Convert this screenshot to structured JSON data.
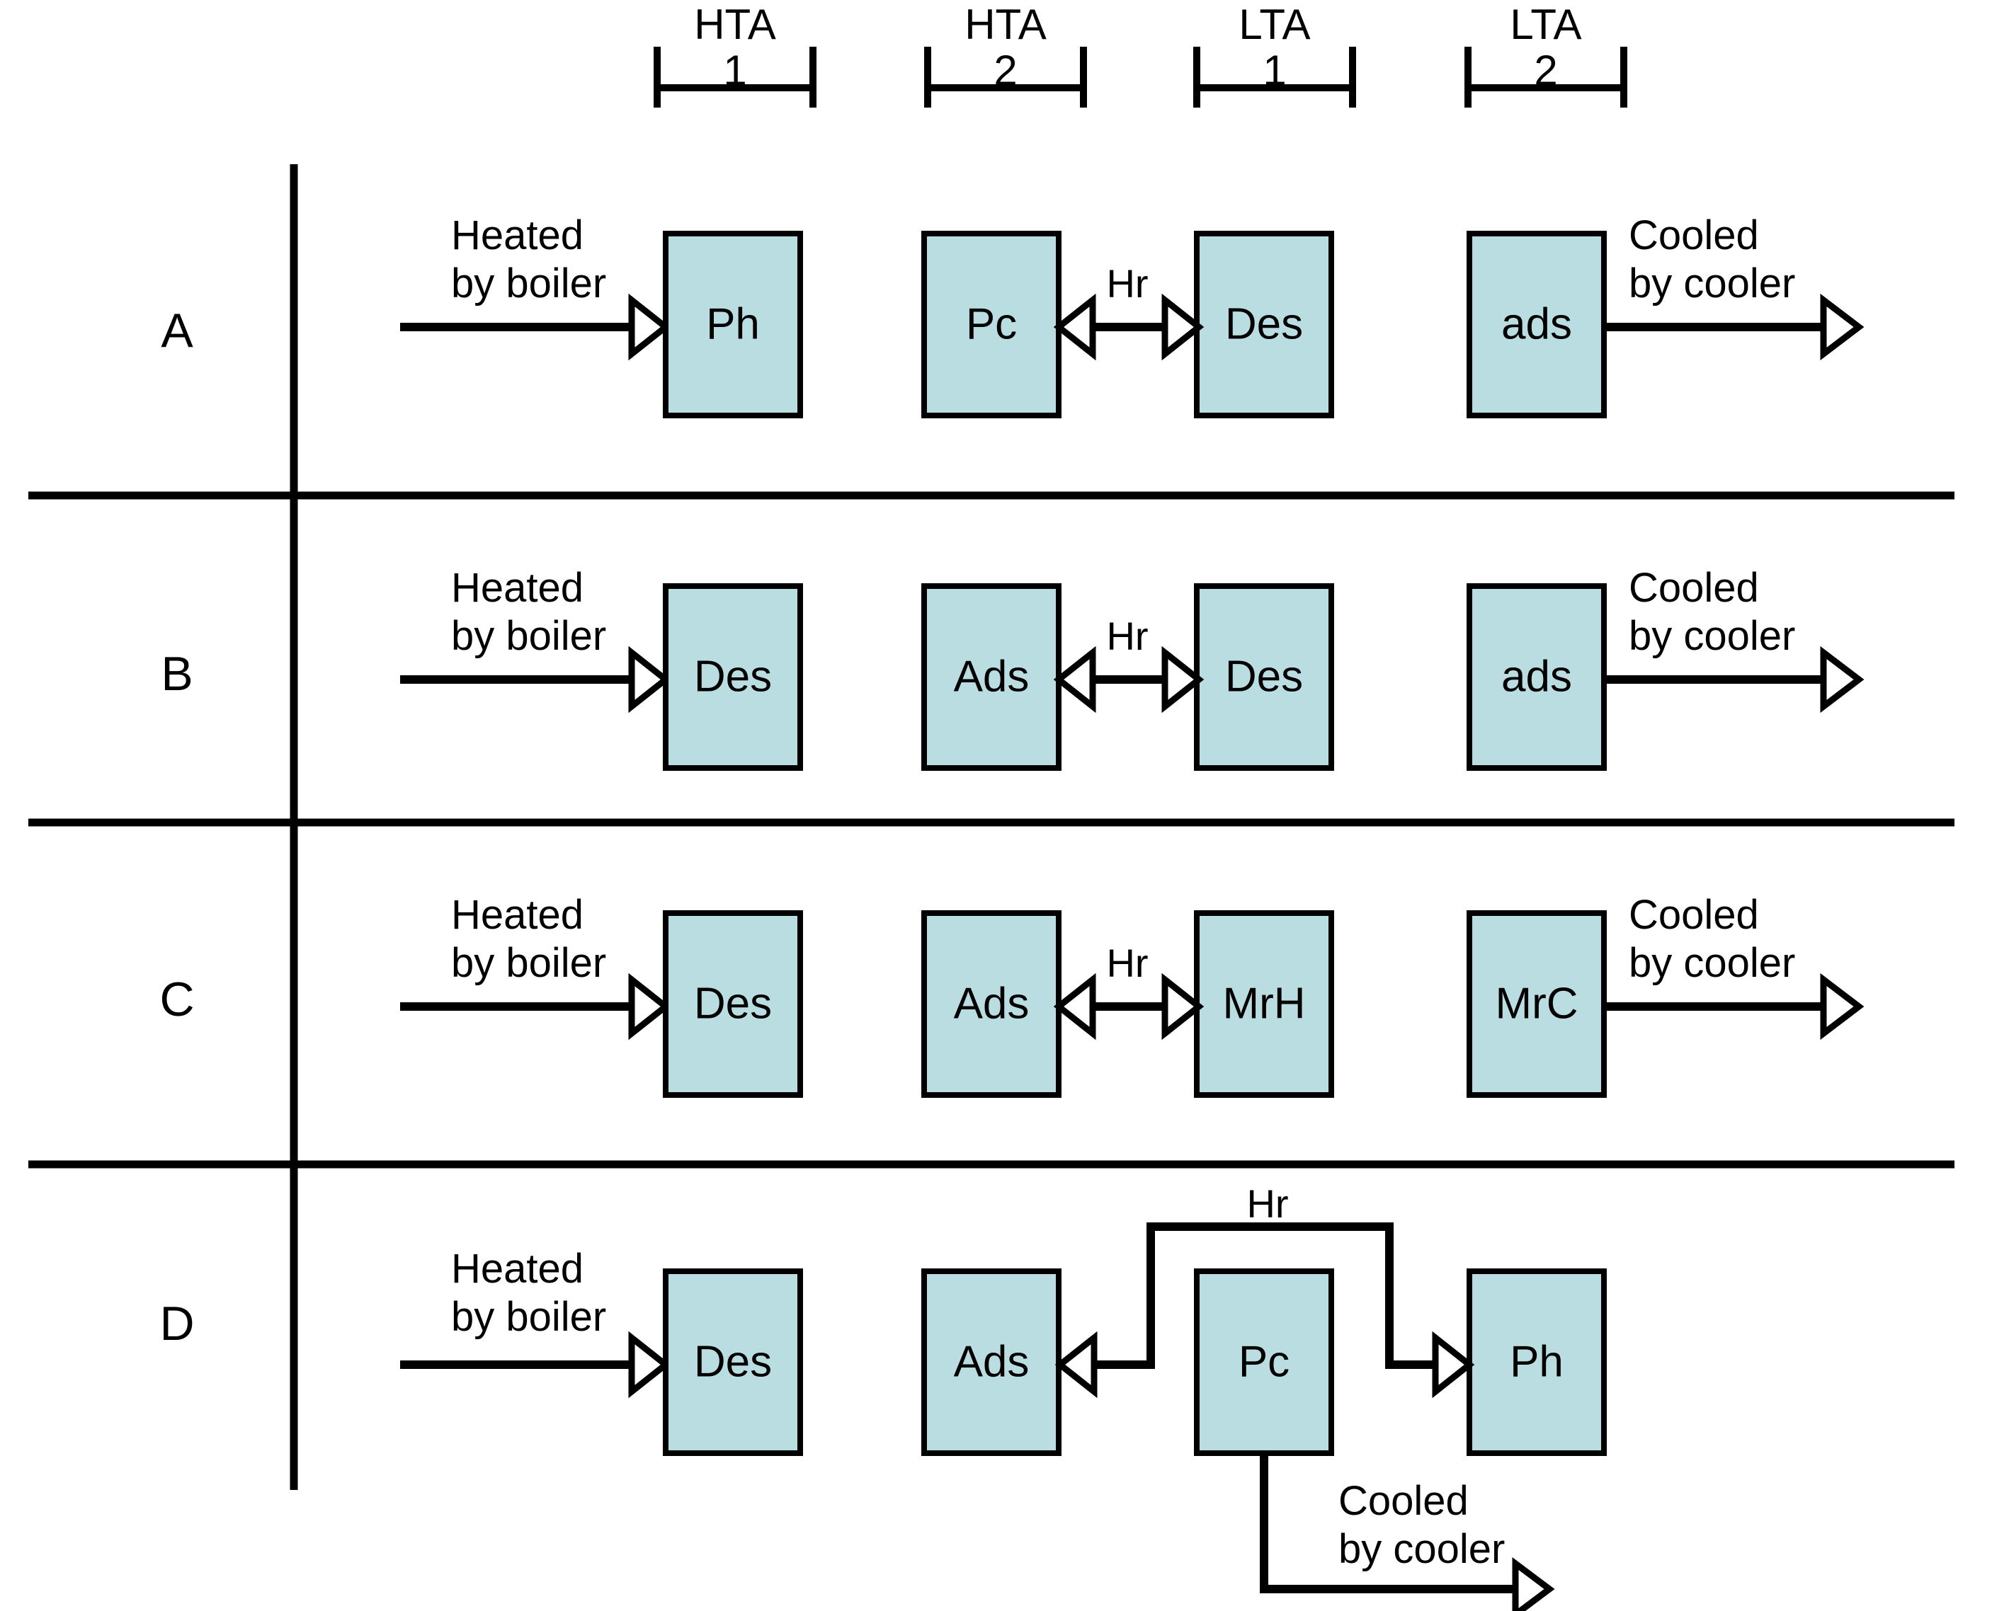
{
  "diagram": {
    "title": "Adsorption cycle configurations A-D",
    "box_fill": "#b9dde0",
    "line_color": "#000000",
    "columns": [
      {
        "id": "col1",
        "head": "HTA",
        "num": "1"
      },
      {
        "id": "col2",
        "head": "HTA",
        "num": "2"
      },
      {
        "id": "col3",
        "head": "LTA",
        "num": "1"
      },
      {
        "id": "col4",
        "head": "LTA",
        "num": "2"
      }
    ],
    "labels": {
      "heated": [
        "Heated",
        "by boiler"
      ],
      "cooled": [
        "Cooled",
        "by cooler"
      ],
      "hr": "Hr"
    },
    "rows": [
      {
        "id": "A",
        "label": "A",
        "boxes": [
          "Ph",
          "Pc",
          "Des",
          "ads"
        ],
        "inlet": {
          "lines": [
            "Heated",
            "by boiler"
          ]
        },
        "outlet": {
          "lines": [
            "Cooled",
            "by cooler"
          ]
        },
        "link": {
          "label": "Hr",
          "between": [
            1,
            2
          ],
          "kind": "double"
        }
      },
      {
        "id": "B",
        "label": "B",
        "boxes": [
          "Des",
          "Ads",
          "Des",
          "ads"
        ],
        "inlet": {
          "lines": [
            "Heated",
            "by boiler"
          ]
        },
        "outlet": {
          "lines": [
            "Cooled",
            "by cooler"
          ]
        },
        "link": {
          "label": "Hr",
          "between": [
            1,
            2
          ],
          "kind": "double"
        }
      },
      {
        "id": "C",
        "label": "C",
        "boxes": [
          "Des",
          "Ads",
          "MrH",
          "MrC"
        ],
        "inlet": {
          "lines": [
            "Heated",
            "by boiler"
          ]
        },
        "outlet": {
          "lines": [
            "Cooled",
            "by cooler"
          ]
        },
        "link": {
          "label": "Hr",
          "between": [
            1,
            2
          ],
          "kind": "double"
        }
      },
      {
        "id": "D",
        "label": "D",
        "boxes": [
          "Des",
          "Ads",
          "Pc",
          "Ph"
        ],
        "inlet": {
          "lines": [
            "Heated",
            "by boiler"
          ]
        },
        "outlet": {
          "lines": [
            "Cooled",
            "by cooler"
          ]
        },
        "link": {
          "label": "Hr",
          "kind": "routed-top",
          "from": "Pc",
          "to_left": "Ads",
          "to_right": "Ph"
        }
      }
    ]
  }
}
